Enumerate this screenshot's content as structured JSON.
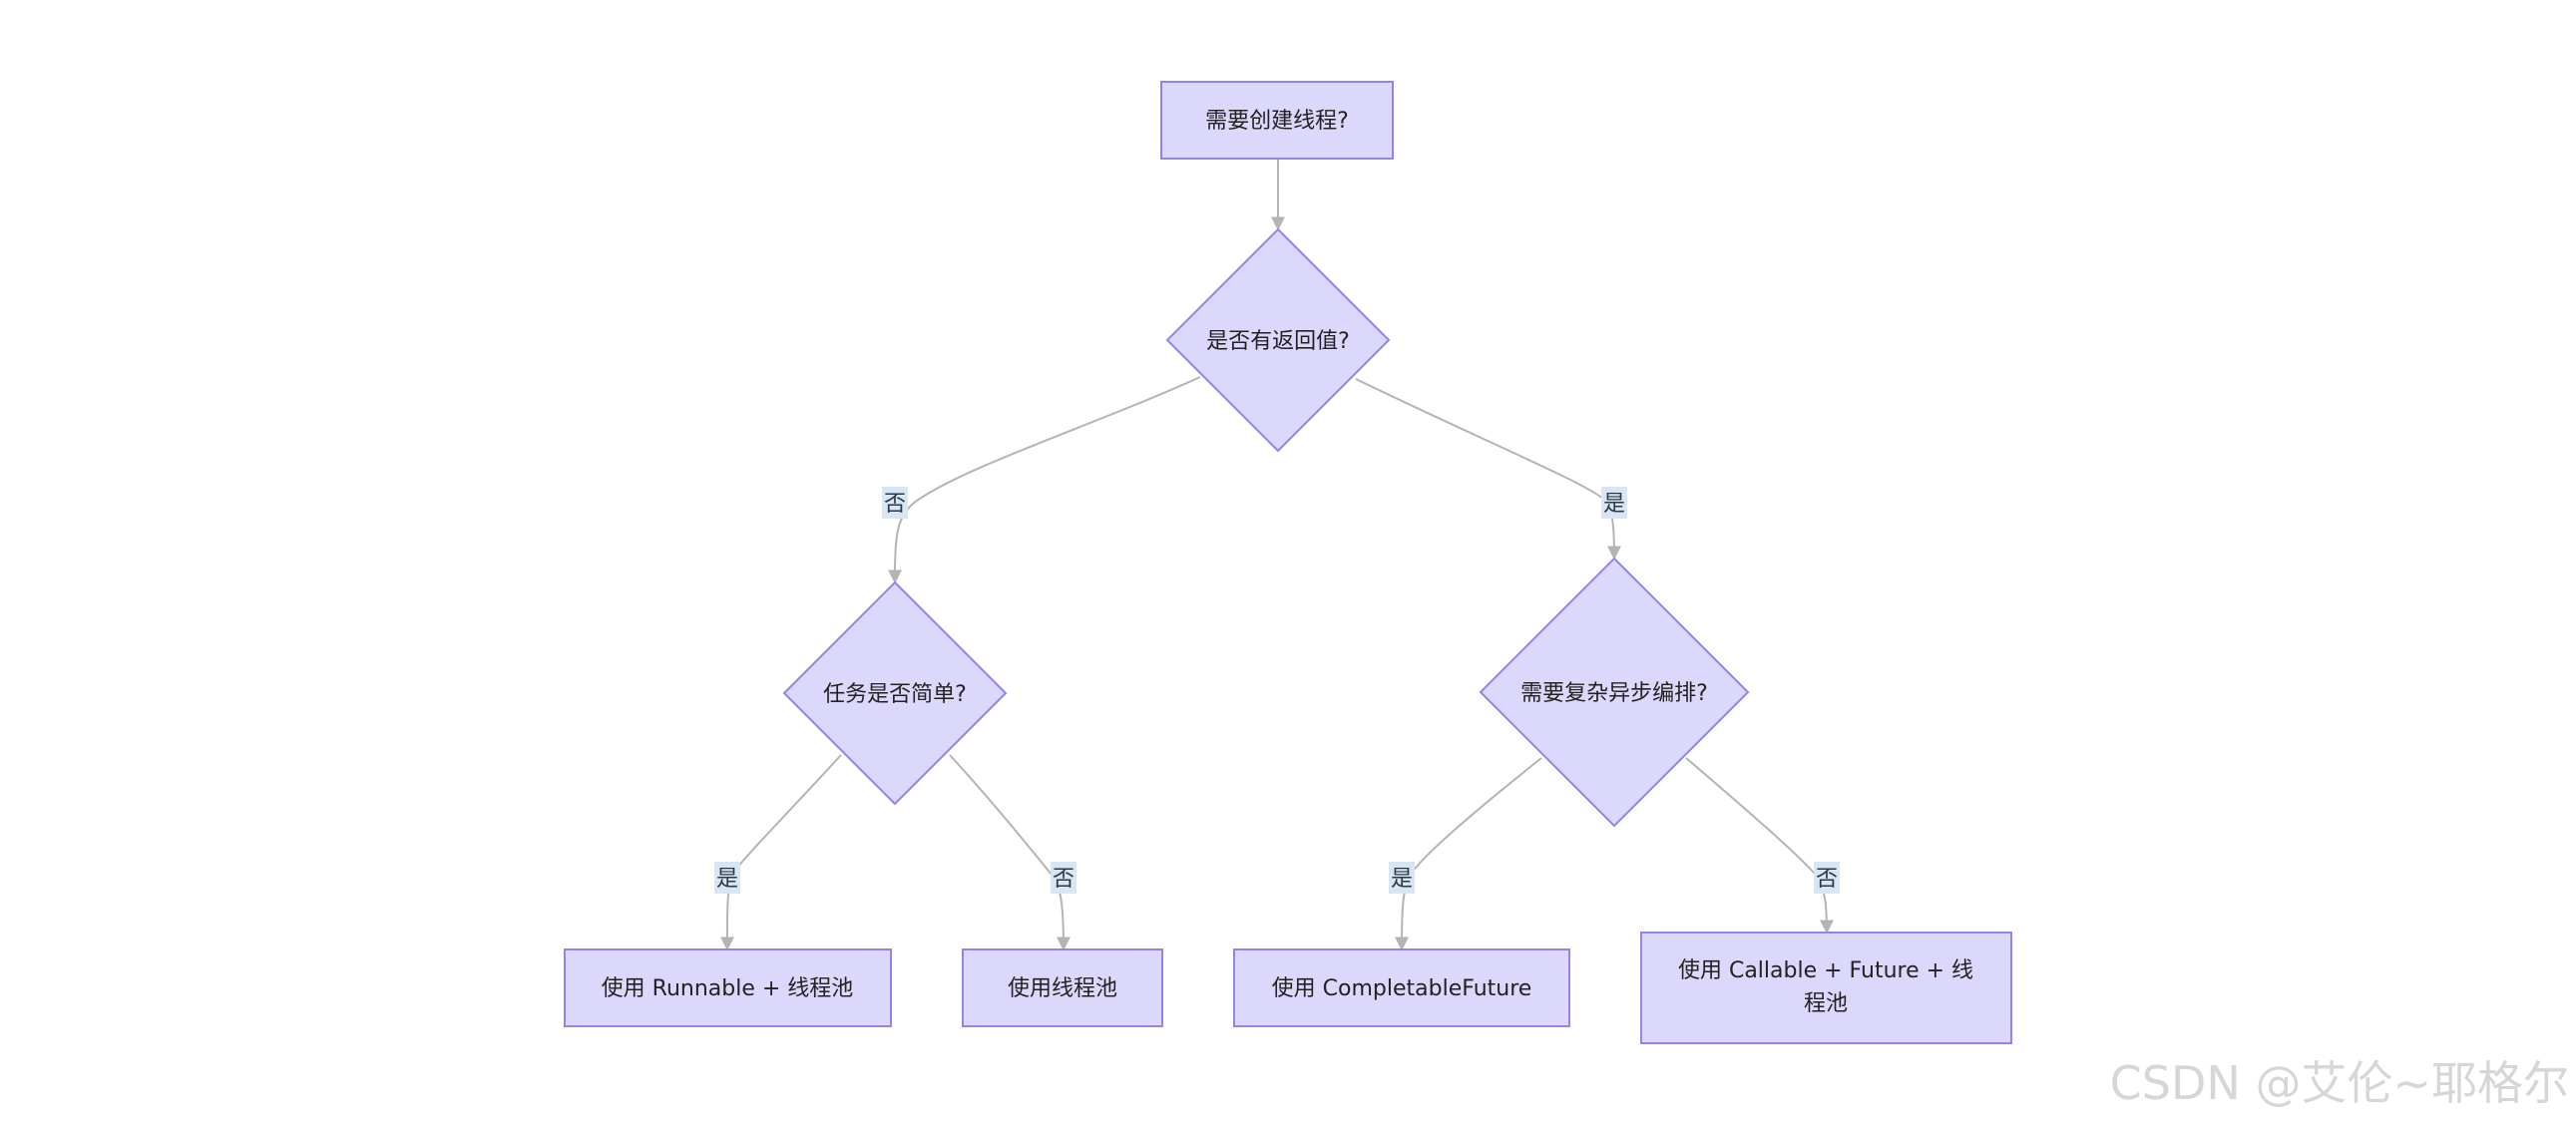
{
  "nodes": {
    "n1": "需要创建线程?",
    "d1": "是否有返回值?",
    "d2": "任务是否简单?",
    "d3": "需要复杂异步编排?",
    "r1": "使用 Runnable + 线程池",
    "r2": "使用线程池",
    "r3": "使用 CompletableFuture",
    "r4_line1": "使用 Callable + Future + 线",
    "r4_line2": "程池"
  },
  "edge_labels": {
    "d1_no": "否",
    "d1_yes": "是",
    "d2_yes": "是",
    "d2_no": "否",
    "d3_yes": "是",
    "d3_no": "否"
  },
  "edges": [
    {
      "from": "需要创建线程?",
      "to": "是否有返回值?",
      "label": ""
    },
    {
      "from": "是否有返回值?",
      "to": "任务是否简单?",
      "label": "否"
    },
    {
      "from": "是否有返回值?",
      "to": "需要复杂异步编排?",
      "label": "是"
    },
    {
      "from": "任务是否简单?",
      "to": "使用 Runnable + 线程池",
      "label": "是"
    },
    {
      "from": "任务是否简单?",
      "to": "使用线程池",
      "label": "否"
    },
    {
      "from": "需要复杂异步编排?",
      "to": "使用 CompletableFuture",
      "label": "是"
    },
    {
      "from": "需要复杂异步编排?",
      "to": "使用 Callable + Future + 线程池",
      "label": "否"
    }
  ],
  "watermark": "CSDN @艾伦~耶格尔",
  "colors": {
    "node_fill": "#dcd8fb",
    "node_stroke": "#8f86ea",
    "edge": "#b4b4b4",
    "label_bg": "#d8e6f3"
  }
}
